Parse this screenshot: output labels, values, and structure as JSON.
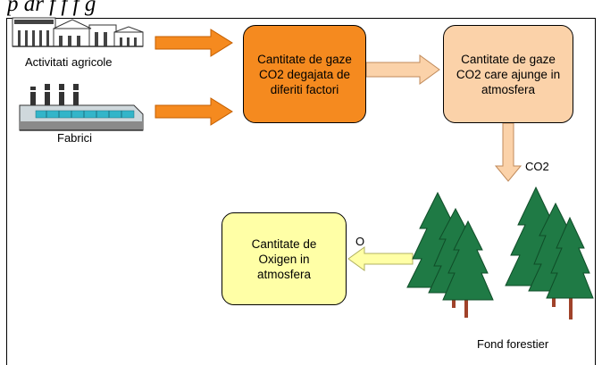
{
  "heading": "p        dr       f   f   f    g",
  "sources": {
    "agri_label": "Activitati agricole",
    "factory_label": "Fabrici"
  },
  "boxes": {
    "emitted": "Cantitate de gaze\nCO2 degajata de\ndiferiti factori",
    "atmosphere": "Cantitate de gaze\nCO2 care ajunge in\natmosfera",
    "oxygen": "Cantitate de\nOxigen in\natmosfera"
  },
  "arrow_labels": {
    "co2": "CO2",
    "oxygen": "O"
  },
  "forest_label": "Fond forestier",
  "colors": {
    "orange_dark": "#f58a1f",
    "orange_light": "#fbd2a9",
    "yellow_light": "#ffffa6",
    "tree_green": "#1f7a45",
    "trunk": "#a0422a"
  }
}
